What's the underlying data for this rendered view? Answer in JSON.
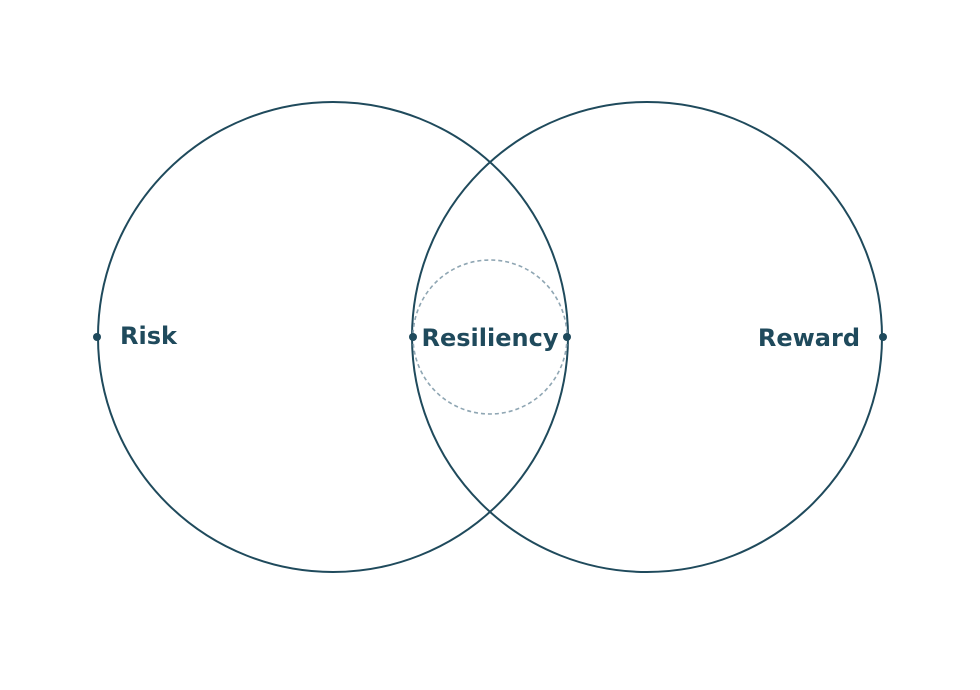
{
  "colors": {
    "stroke": "#1f4a5c",
    "dashed_stroke": "#8fa6b3",
    "text": "#1f4a5c",
    "background": "#ffffff"
  },
  "diagram": {
    "type": "venn",
    "circles": {
      "left": {
        "label": "Risk"
      },
      "right": {
        "label": "Reward"
      }
    },
    "intersection": {
      "label": "Resiliency"
    }
  }
}
